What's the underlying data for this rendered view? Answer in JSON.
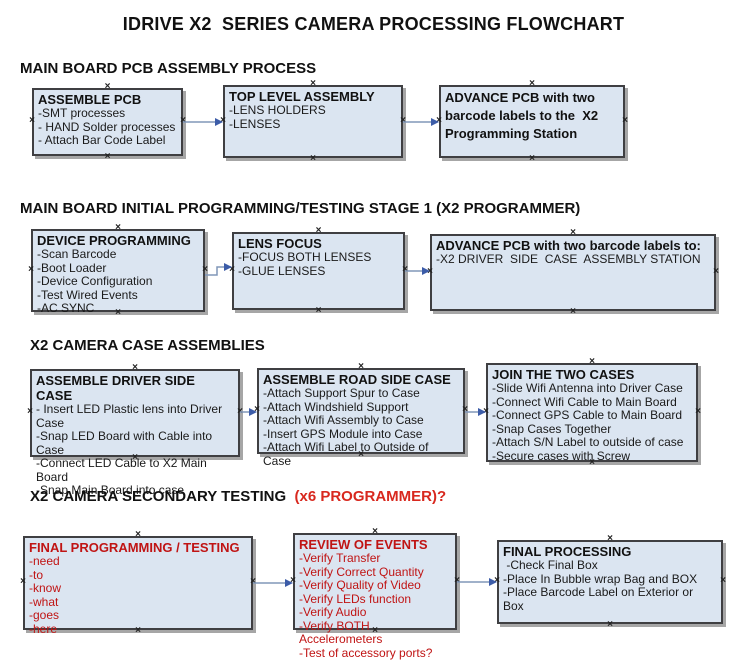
{
  "title": "IDRIVE X2  SERIES CAMERA PROCESSING FLOWCHART",
  "colors": {
    "box_fill": "#dbe5f1",
    "box_border": "#3f3f42",
    "shadow": "#a6a6a6",
    "connector_line": "#8097b9",
    "connector_arrow": "#3c5ca8",
    "red_text": "#c01414",
    "heading_red": "#d8281e",
    "text": "#1a1a1a"
  },
  "sections": [
    {
      "heading": "MAIN BOARD PCB ASSEMBLY PROCESS",
      "boxes": [
        {
          "header": "ASSEMBLE PCB",
          "items": [
            "-SMT processes",
            "- HAND Solder processes",
            "- Attach Bar Code Label"
          ]
        },
        {
          "header": "TOP LEVEL ASSEMBLY",
          "items": [
            "-LENS HOLDERS",
            "-LENSES"
          ]
        },
        {
          "header": "ADVANCE PCB with two barcode labels to the  X2 Programming Station",
          "items": []
        }
      ]
    },
    {
      "heading": "MAIN BOARD INITIAL PROGRAMMING/TESTING STAGE 1 (X2 PROGRAMMER)",
      "boxes": [
        {
          "header": "DEVICE PROGRAMMING",
          "items": [
            "-Scan Barcode",
            "-Boot Loader",
            "-Device Configuration",
            "-Test Wired Events",
            "-AC SYNC"
          ]
        },
        {
          "header": "LENS FOCUS",
          "items": [
            "-FOCUS BOTH LENSES",
            "-GLUE LENSES"
          ]
        },
        {
          "header": "ADVANCE PCB with two barcode labels to:",
          "items": [
            "-X2 DRIVER  SIDE  CASE  ASSEMBLY STATION"
          ]
        }
      ]
    },
    {
      "heading": "X2 CAMERA CASE ASSEMBLIES",
      "boxes": [
        {
          "header": "ASSEMBLE DRIVER SIDE CASE",
          "items": [
            "- Insert LED Plastic lens into Driver Case",
            "-Snap LED Board with Cable into Case",
            "-Connect LED Cable to X2 Main Board",
            "-Snap Main Board into case"
          ]
        },
        {
          "header": "ASSEMBLE ROAD SIDE CASE",
          "items": [
            "-Attach Support Spur to Case",
            "-Attach Windshield Support",
            "-Attach Wifi Assembly to Case",
            "-Insert GPS Module into Case",
            "-Attach Wifi Label to Outside of Case"
          ]
        },
        {
          "header": "JOIN THE TWO CASES",
          "items": [
            "-Slide Wifi Antenna into Driver Case",
            "-Connect Wifi Cable to Main Board",
            "-Connect GPS Cable to Main Board",
            "-Snap Cases Together",
            "-Attach S/N Label to outside of case",
            "-Secure cases with Screw"
          ]
        }
      ]
    },
    {
      "heading": "X2 CAMERA SECONDARY TESTING  ",
      "heading_red": "(x6 PROGRAMMER)?",
      "boxes": [
        {
          "header": "FINAL PROGRAMMING / TESTING",
          "items": [
            "-need",
            "-to",
            "-know",
            "-what",
            "-goes",
            "-here"
          ]
        },
        {
          "header": "REVIEW OF EVENTS",
          "items": [
            "-Verify Transfer",
            "-Verify Correct Quantity",
            "-Verify Quality of Video",
            "-Verify LEDs function",
            "-Verify Audio",
            "-Verify BOTH Accelerometers",
            "-Test of accessory ports?"
          ]
        },
        {
          "header": "FINAL PROCESSING",
          "items": [
            " -Check Final Box",
            "-Place In Bubble wrap Bag and BOX",
            "-Place Barcode Label on Exterior or Box"
          ]
        }
      ]
    }
  ]
}
